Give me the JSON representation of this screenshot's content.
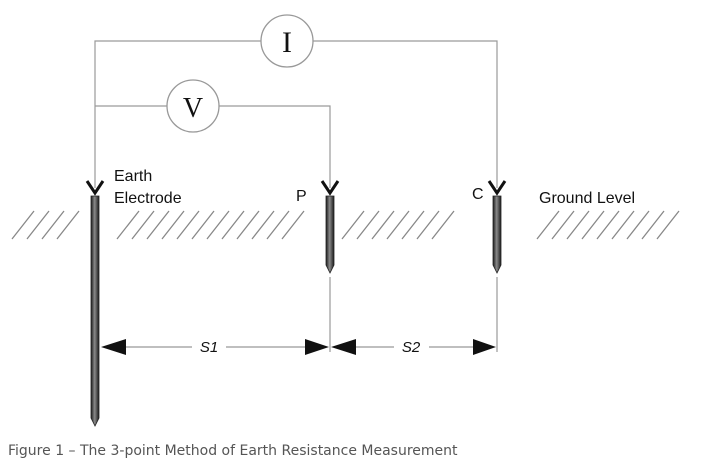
{
  "diagram": {
    "labels": {
      "earth_electrode_line1": "Earth",
      "earth_electrode_line2": "Electrode",
      "probe_p": "P",
      "probe_c": "C",
      "ground_level": "Ground Level",
      "s1": "S1",
      "s2": "S2"
    },
    "meters": {
      "current": "I",
      "voltage": "V"
    }
  },
  "caption": "Figure 1 – The 3-point Method of Earth Resistance Measurement"
}
